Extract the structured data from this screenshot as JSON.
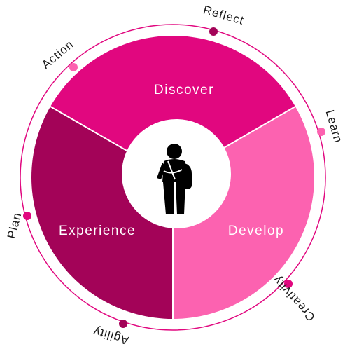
{
  "segments": [
    {
      "label": "Discover",
      "color": "#e1077f"
    },
    {
      "label": "Develop",
      "color": "#fc62b0"
    },
    {
      "label": "Experience",
      "color": "#a30358"
    }
  ],
  "ring": {
    "color": "#e1077f",
    "labels": [
      {
        "text": "Reflect",
        "dot_color": "#a30358"
      },
      {
        "text": "Learn",
        "dot_color": "#fc62b0"
      },
      {
        "text": "Creativity",
        "dot_color": "#e1077f"
      },
      {
        "text": "Agility",
        "dot_color": "#a30358"
      },
      {
        "text": "Plan",
        "dot_color": "#e1077f"
      },
      {
        "text": "Action",
        "dot_color": "#fc62b0"
      }
    ]
  },
  "center_icon": "person-with-backpack-icon"
}
